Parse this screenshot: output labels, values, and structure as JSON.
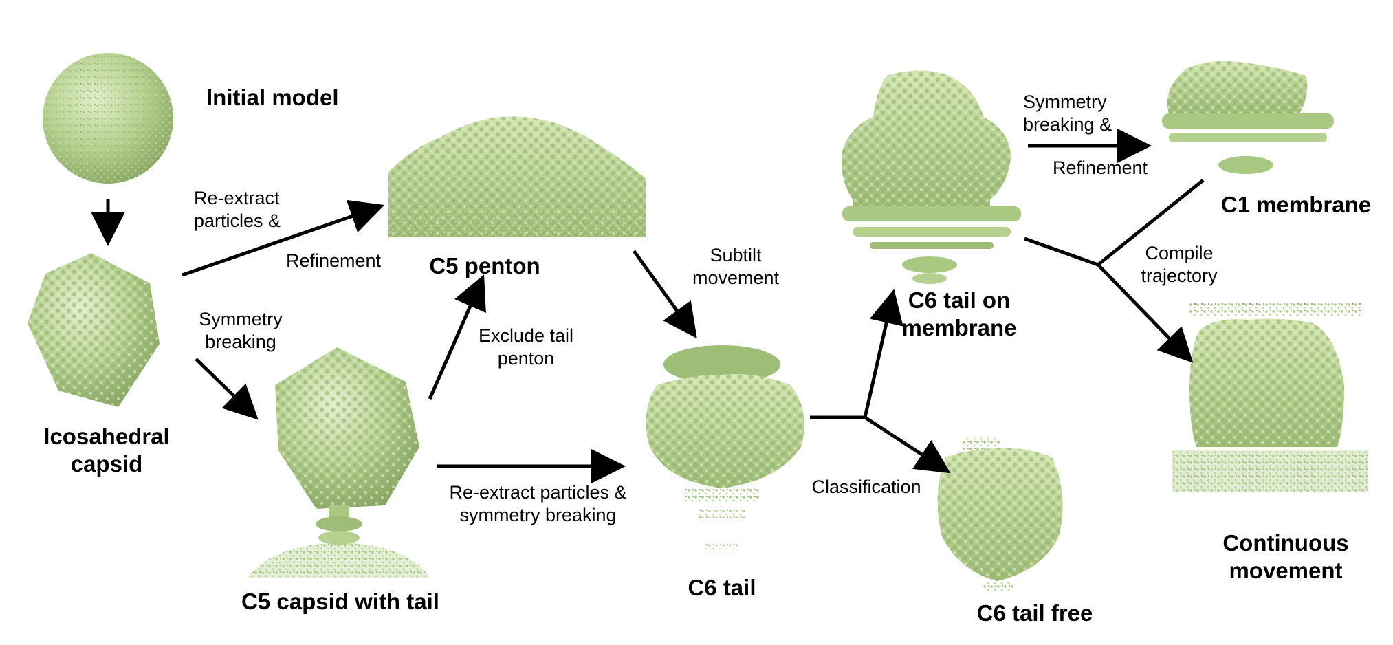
{
  "colors": {
    "map": "#b5d08f",
    "map_light": "#d6e8b8",
    "map_dark": "#7f9e5a",
    "arrow": "#000000"
  },
  "maps": {
    "initial_model": "Initial model",
    "icosahedral_capsid": "Icosahedral capsid",
    "c5_penton": "C5 penton",
    "c5_capsid_with_tail": "C5 capsid with tail",
    "c6_tail": "C6 tail",
    "c6_tail_on_membrane": "C6 tail on membrane",
    "c6_tail_free": "C6 tail free",
    "c1_membrane": "C1 membrane",
    "continuous_movement": "Continuous movement"
  },
  "steps": {
    "reextract_refine_1": "Re-extract particles &",
    "reextract_refine_2": "Refinement",
    "symmetry_breaking": "Symmetry breaking",
    "exclude_tail_penton": "Exclude tail penton",
    "subtilt_movement": "Subtilt movement",
    "reextract_symbreak": "Re-extract particles & symmetry breaking",
    "classification": "Classification",
    "symbreak_refine_1": "Symmetry breaking &",
    "symbreak_refine_2": "Refinement",
    "compile_trajectory": "Compile trajectory"
  }
}
